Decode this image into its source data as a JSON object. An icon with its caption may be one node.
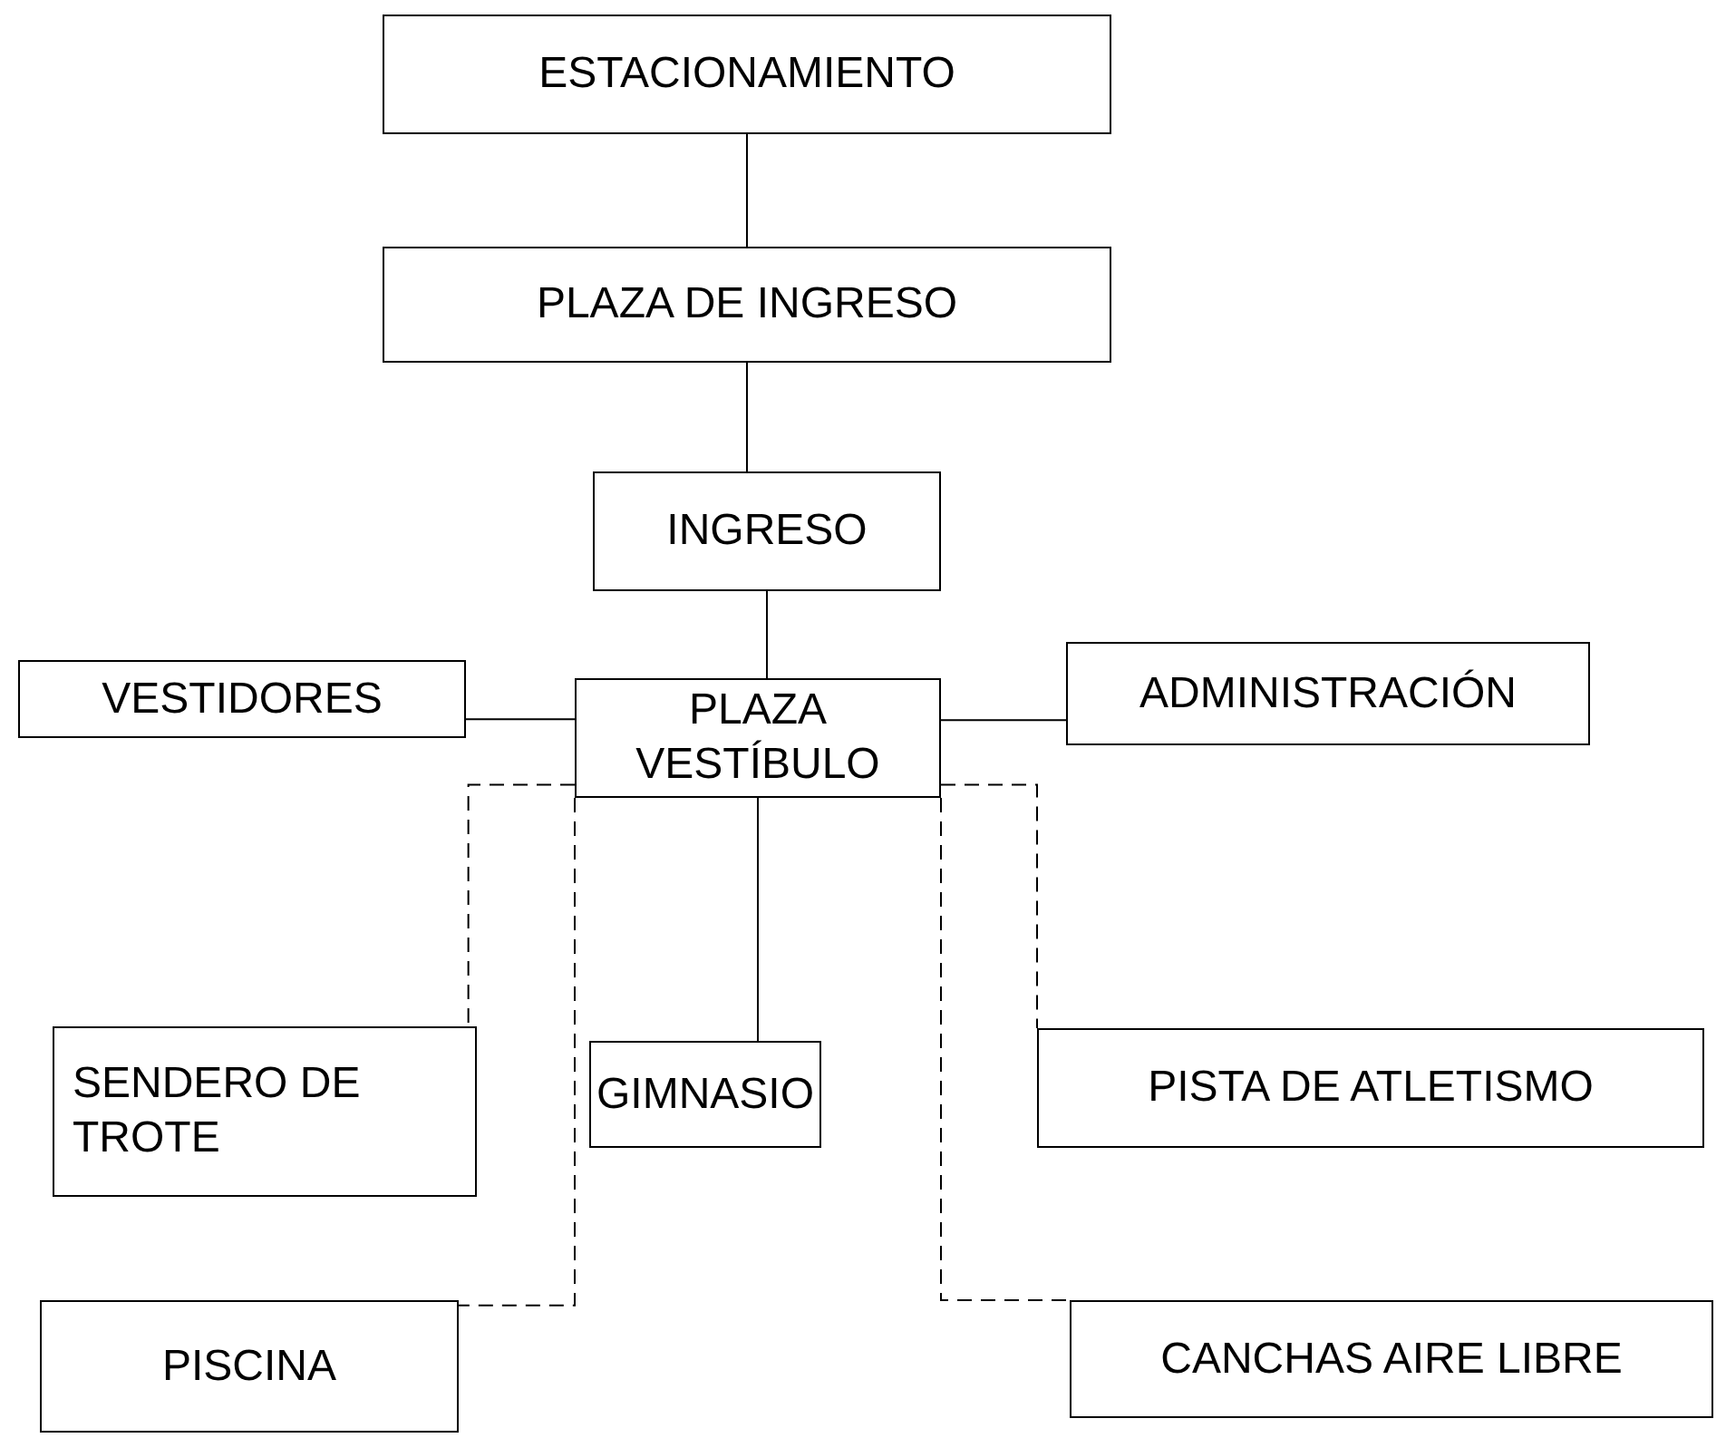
{
  "diagram": {
    "nodes": [
      {
        "text": [
          "ESTACIONAMIENTO"
        ]
      },
      {
        "text": [
          "PLAZA DE INGRESO"
        ]
      },
      {
        "text": [
          "INGRESO"
        ]
      },
      {
        "text": [
          "PLAZA VESTÍBULO"
        ]
      },
      {
        "text": [
          "VESTIDORES"
        ]
      },
      {
        "text": [
          "ADMINISTRACIÓN"
        ]
      },
      {
        "text": [
          "SENDERO DE TROTE"
        ]
      },
      {
        "text": [
          "GIMNASIO"
        ]
      },
      {
        "text": [
          "PISTA DE ATLETISMO"
        ]
      },
      {
        "text": [
          "PISCINA"
        ]
      },
      {
        "text": [
          "CANCHAS AIRE LIBRE"
        ]
      }
    ],
    "edges": [
      {
        "from": 0,
        "to": 1,
        "arrow": "none"
      },
      {
        "from": 1,
        "to": 2,
        "arrow": "none"
      },
      {
        "from": 2,
        "to": 3,
        "arrow": "none"
      },
      {
        "from": 4,
        "to": 3,
        "arrow": "none"
      },
      {
        "from": 3,
        "to": 5,
        "arrow": "none"
      },
      {
        "from": 3,
        "to": 7,
        "arrow": "none"
      },
      {
        "from": 3,
        "to": 6,
        "arrow": "none",
        "style": "dashed"
      },
      {
        "from": 3,
        "to": 8,
        "arrow": "none",
        "style": "dashed"
      },
      {
        "from": 3,
        "to": 9,
        "arrow": "none",
        "style": "dashed"
      },
      {
        "from": 3,
        "to": 10,
        "arrow": "none",
        "style": "dashed"
      }
    ]
  }
}
